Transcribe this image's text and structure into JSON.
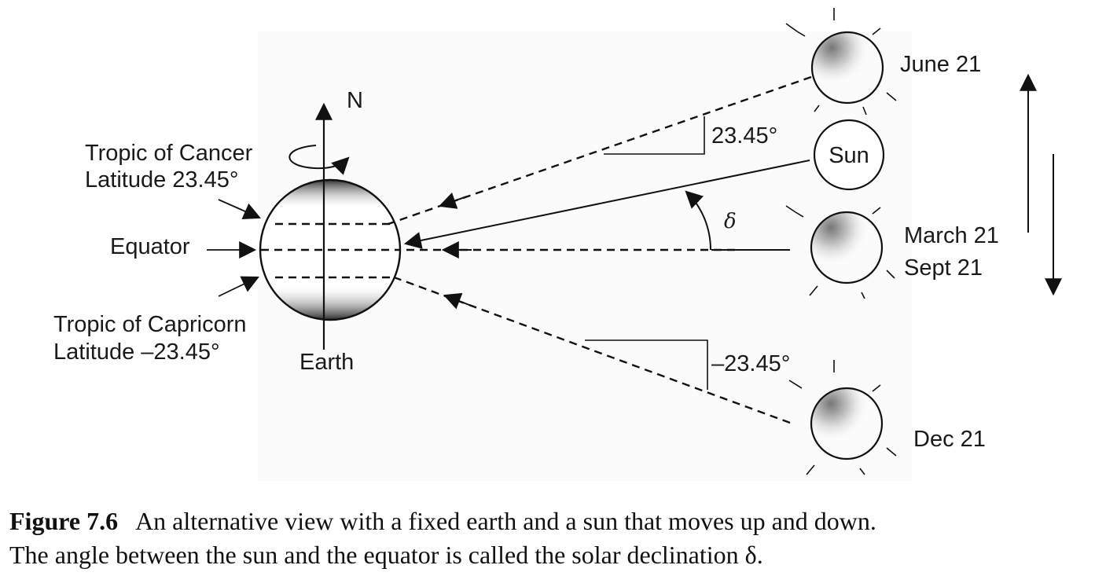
{
  "labels": {
    "north": "N",
    "tropic_cancer_line1": "Tropic of Cancer",
    "tropic_cancer_line2": "Latitude 23.45°",
    "equator": "Equator",
    "tropic_capricorn_line1": "Tropic of Capricorn",
    "tropic_capricorn_line2": "Latitude –23.45°",
    "earth": "Earth",
    "angle_upper": "23.45°",
    "angle_lower": "–23.45°",
    "declination_symbol": "δ",
    "sun": "Sun",
    "june": "June 21",
    "march": "March 21",
    "sept": "Sept 21",
    "dec": "Dec 21"
  },
  "caption": {
    "number": "Figure 7.6",
    "line1": "An alternative view with a fixed earth and a sun that moves up and down.",
    "line2": "The angle between the sun and the equator is called the solar declination δ."
  }
}
